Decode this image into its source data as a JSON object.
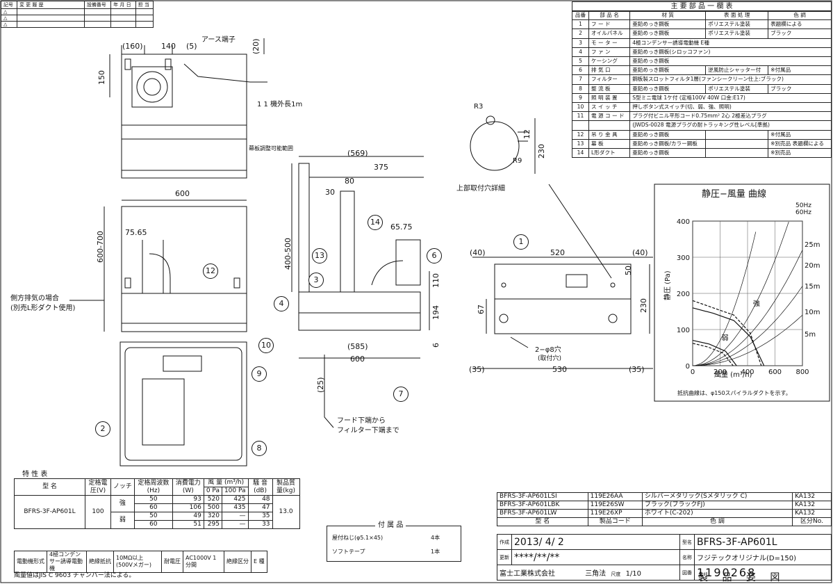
{
  "revision": {
    "headers": [
      "記号",
      "変 更 履 歴",
      "設備番号",
      "年 月 日",
      "担 当"
    ],
    "rows": [
      "△",
      "△",
      "△"
    ]
  },
  "parts": {
    "title": "主 要 部 品 一 欄 表",
    "headers": [
      "品番",
      "部 品 名",
      "材 質",
      "表 面 処 理",
      "色 調"
    ],
    "rows": [
      [
        "1",
        "フ ー ド",
        "亜鉛めっき鋼板",
        "ポリエステル塗装",
        "表題欄による"
      ],
      [
        "2",
        "オイルパネル",
        "亜鉛めっき鋼板",
        "ポリエステル塗装",
        "ブラック"
      ],
      [
        "3",
        "モ ー タ ー",
        "4極コンデンサー誘導電動機 E種",
        "",
        ""
      ],
      [
        "4",
        "フ ァ ン",
        "亜鉛めっき鋼板(シロッコファン)",
        "",
        ""
      ],
      [
        "5",
        "ケーシング",
        "亜鉛めっき鋼板",
        "",
        ""
      ],
      [
        "6",
        "排 気 口",
        "亜鉛めっき鋼板",
        "逆風防止シャッター付",
        "※付属品"
      ],
      [
        "7",
        "フィルター",
        "鋼板製スロットフィルタ1層(ファンシークリーン仕上:ブラック)",
        "",
        ""
      ],
      [
        "8",
        "整 流 板",
        "亜鉛めっき鋼板",
        "ポリエステル塗装",
        "ブラック"
      ],
      [
        "9",
        "照 明 装 置",
        "S型ミニ電球 1ケ付 (定格100V 40W 口金:E17)",
        "",
        ""
      ],
      [
        "10",
        "ス イ ッ チ",
        "押しボタン式スイッチ(切、弱、強、照明)",
        "",
        ""
      ],
      [
        "11",
        "電 源 コ ー ド",
        "プラグ付ビニル平形コード0.75mm² 2心 2極差込プラグ",
        "(JWDS-0028 電源プラグの耐トラッキング性レベル[準拠)",
        ""
      ],
      [
        "12",
        "吊 り 金 具",
        "亜鉛めっき鋼板",
        "",
        "※付属品"
      ],
      [
        "13",
        "幕 板",
        "亜鉛めっき鋼板/カラー鋼板",
        "",
        "※別売品 表題欄による"
      ],
      [
        "14",
        "L形ダクト",
        "亜鉛めっき鋼板",
        "",
        "※別売品"
      ]
    ]
  },
  "labels": {
    "earth": "アース端子",
    "cord": "1 1 機外長1m",
    "side_exhaust_1": "側方排気の場合",
    "side_exhaust_2": "(別売L形ダクト使用)",
    "panel_range": "幕板調整可能範囲",
    "top_detail": "上部取付穴詳細",
    "hood_bottom_1": "フード下端から",
    "hood_bottom_2": "フィルター下端まで",
    "holes_1": "2−φ8穴",
    "holes_2": "(取付穴)"
  },
  "dims": {
    "d160": "(160)",
    "d140": "140",
    "d5": "(5)",
    "d20": "(20)",
    "d150": "150",
    "d600": "600",
    "d600_700": "600-700",
    "d75_65": "75.65",
    "d569": "(569)",
    "d375": "375",
    "d30": "30",
    "d80": "80",
    "d400_500": "400-500",
    "d65_75": "65.75",
    "d110": "110",
    "d194": "194",
    "d6": "6",
    "d585": "(585)",
    "d25": "(25)",
    "d40a": "(40)",
    "d520": "520",
    "d40b": "(40)",
    "d50": "50",
    "d67": "67",
    "d230": "230",
    "d35a": "(35)",
    "d530": "530",
    "d35b": "(35)",
    "d12": "12",
    "dR3": "R3",
    "dR9": "R9"
  },
  "callouts": [
    "1",
    "2",
    "3",
    "4",
    "6",
    "7",
    "8",
    "9",
    "10",
    "12",
    "13",
    "14"
  ],
  "specs": {
    "title": "特 性 表",
    "headers": [
      "型 名",
      "定格電圧(V)",
      "ノッチ",
      "定格周波数(Hz)",
      "消費電力(W)",
      "風 量 (m³/h)",
      "騒 音(dB)",
      "製品質量(kg)"
    ],
    "sub": [
      "0 Pa",
      "100 Pa"
    ],
    "model": "BFRS-3F-AP601L",
    "voltage": "100",
    "mass": "13.0",
    "rows": [
      [
        "強",
        "50",
        "93",
        "520",
        "425",
        "48"
      ],
      [
        "",
        "60",
        "106",
        "500",
        "435",
        "47"
      ],
      [
        "弱",
        "50",
        "49",
        "320",
        "—",
        "35"
      ],
      [
        "",
        "60",
        "51",
        "295",
        "—",
        "33"
      ]
    ],
    "footer": [
      "電動機形式",
      "4極コンデンサー誘導電動機",
      "絶縁抵抗",
      "10MΩ以上(500Vメガー)",
      "耐電圧",
      "AC1000V 1分間",
      "絶縁区分",
      "E 種"
    ],
    "note": "風量値はJIS C 9603 チャンバー法による。"
  },
  "accessories": {
    "title": "付 属 品",
    "rows": [
      [
        "屋付ねじ(φ5.1×45)",
        "4本"
      ],
      [
        "ソフトテープ",
        "1本"
      ]
    ]
  },
  "chart_data": {
    "type": "line",
    "title": "静圧−風量 曲線",
    "xlabel": "風量 (m³/h)",
    "ylabel": "静圧 (Pa)",
    "xlim": [
      0,
      800
    ],
    "ylim": [
      0,
      400
    ],
    "xticks": [
      0,
      200,
      400,
      600,
      800
    ],
    "yticks": [
      0,
      100,
      200,
      300,
      400
    ],
    "legend": [
      "50Hz",
      "60Hz"
    ],
    "curve_labels": [
      "強",
      "弱"
    ],
    "duct_labels": [
      "25m",
      "20m",
      "15m",
      "10m",
      "5m"
    ],
    "note": "抵抗曲線は、φ150スパイラルダクトを示す。",
    "series": [
      {
        "name": "50Hz",
        "x": [
          0,
          150,
          300,
          420,
          520
        ],
        "y": [
          160,
          145,
          125,
          80,
          0
        ]
      },
      {
        "name": "60Hz",
        "x": [
          0,
          150,
          300,
          420,
          500
        ],
        "y": [
          180,
          160,
          140,
          90,
          0
        ]
      },
      {
        "name": "50Hz",
        "x": [
          0,
          120,
          240,
          320
        ],
        "y": [
          70,
          60,
          40,
          0
        ]
      },
      {
        "name": "60Hz",
        "x": [
          0,
          110,
          220,
          295
        ],
        "y": [
          62,
          52,
          35,
          0
        ]
      }
    ]
  },
  "title_block": {
    "variants": [
      [
        "BFRS-3F-AP601LSI",
        "119E26AA",
        "シルバーメタリック(Sメタリック C)",
        "KA132"
      ],
      [
        "BFRS-3F-AP601LBK",
        "119E26SW",
        "ブラック(ブラックFJ)",
        "KA132"
      ],
      [
        "BFRS-3F-AP601LW",
        "119E26XP",
        "ホワイト(C-202)",
        "KA132"
      ]
    ],
    "headers": [
      "型 名",
      "製品コード",
      "色 調",
      "区分No."
    ],
    "made": "作成",
    "date": "2013/ 4/ 2",
    "updated": "更新",
    "updated_val": "****/**/**",
    "model_label": "型名",
    "model": "BFRS-3F-AP601L",
    "name_label": "名称",
    "name": "フジテックオリジナル(D=150)",
    "fig_label": "図番",
    "fig": "1190268",
    "company": "富士工業株式会社",
    "projection": "三角法",
    "scale_label": "尺度",
    "scale": "1/10",
    "doc_title": "製 品 姿 図"
  }
}
